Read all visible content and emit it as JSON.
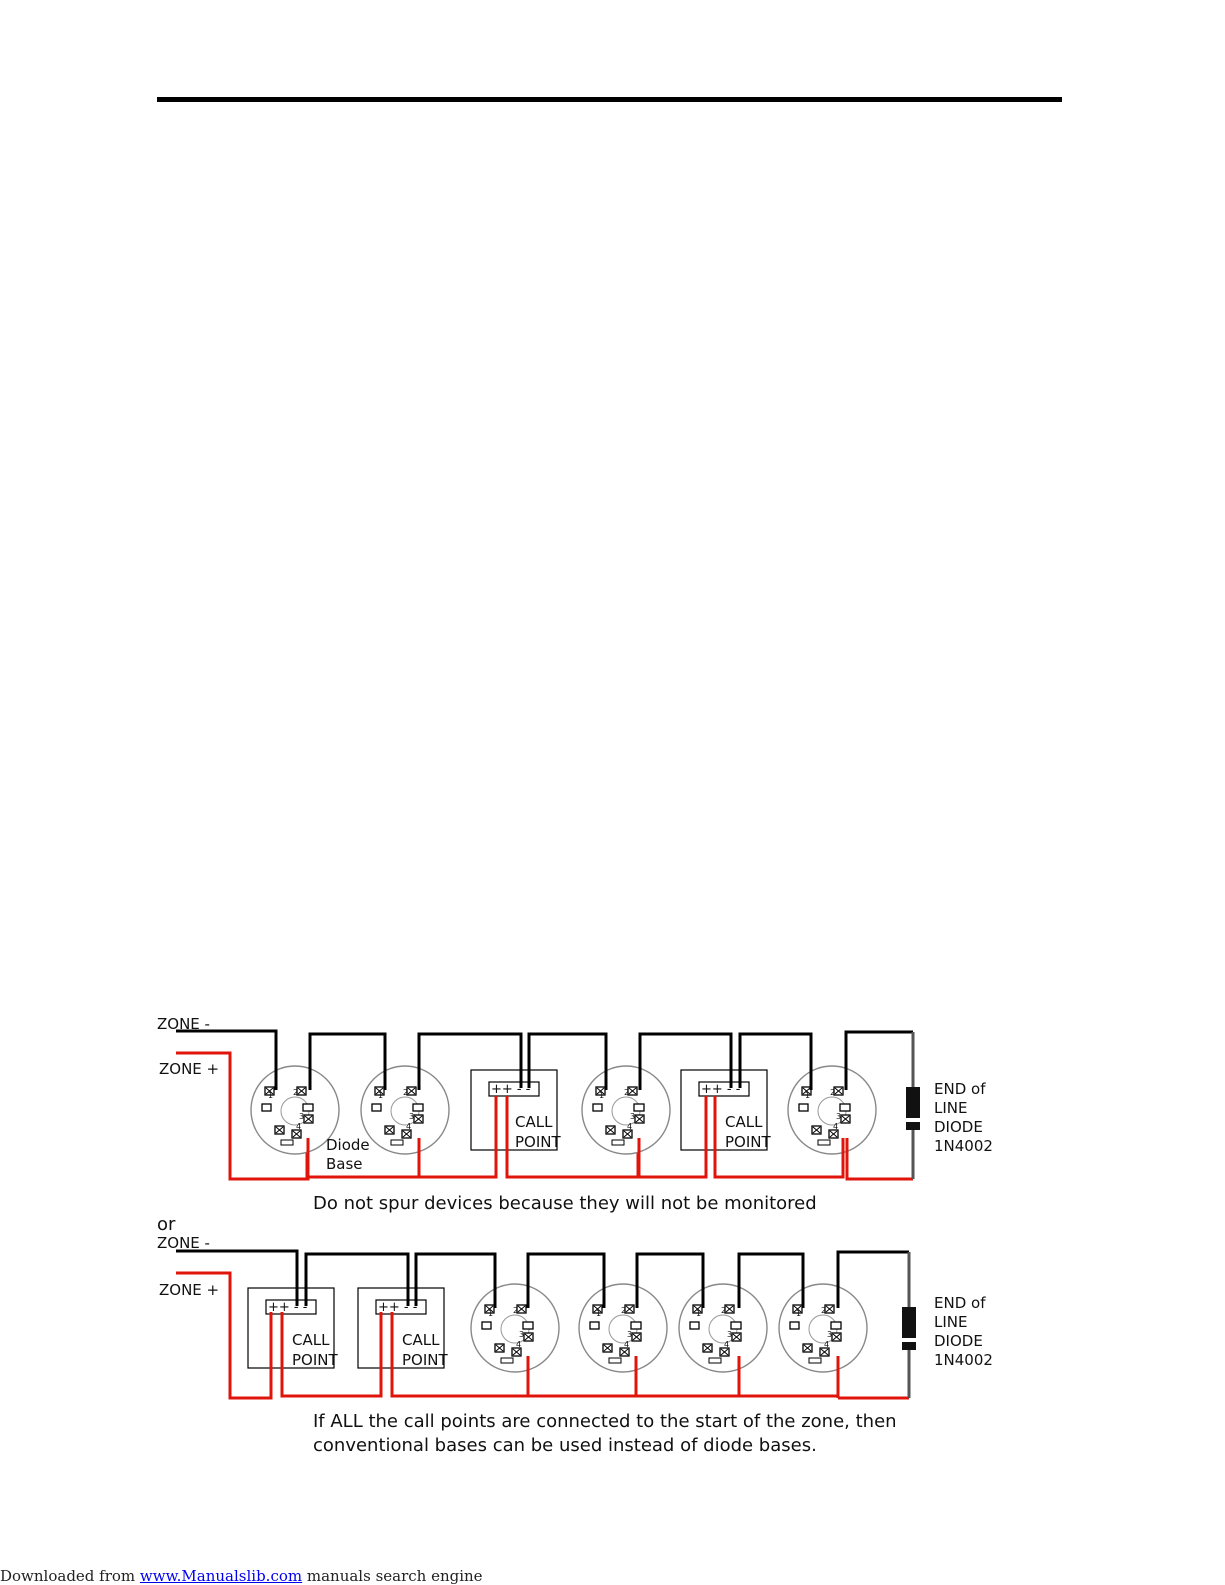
{
  "labels": {
    "zone_minus": "ZONE -",
    "zone_plus": "ZONE +",
    "or": "or",
    "diode_base_line1": "Diode",
    "diode_base_line2": "Base",
    "call_terminals": "++ - -",
    "call_line1": "CALL",
    "call_line2": "POINT",
    "eol_line1": "END of",
    "eol_line2": "LINE",
    "eol_line3": "DIODE",
    "eol_line4": "1N4002",
    "term_1": "1",
    "term_2": "2",
    "term_3": "3",
    "term_4": "4"
  },
  "captions": {
    "top": "Do not spur devices because they will not be monitored",
    "bottom_line1": "If ALL the call points are connected to the start of the zone, then",
    "bottom_line2": "conventional bases can be used instead of diode bases."
  },
  "diagrams": [
    {
      "devices": [
        "detector-base",
        "detector-base",
        "call-point",
        "detector-base",
        "call-point",
        "detector-base"
      ]
    },
    {
      "devices": [
        "call-point",
        "call-point",
        "detector-base",
        "detector-base",
        "detector-base",
        "detector-base"
      ]
    }
  ],
  "footer": {
    "prefix": "Downloaded from ",
    "link": "www.Manualslib.com",
    "suffix": "  manuals search engine"
  },
  "colors": {
    "zone_plus_wire": "#e0140a",
    "zone_minus_wire": "#000000"
  }
}
